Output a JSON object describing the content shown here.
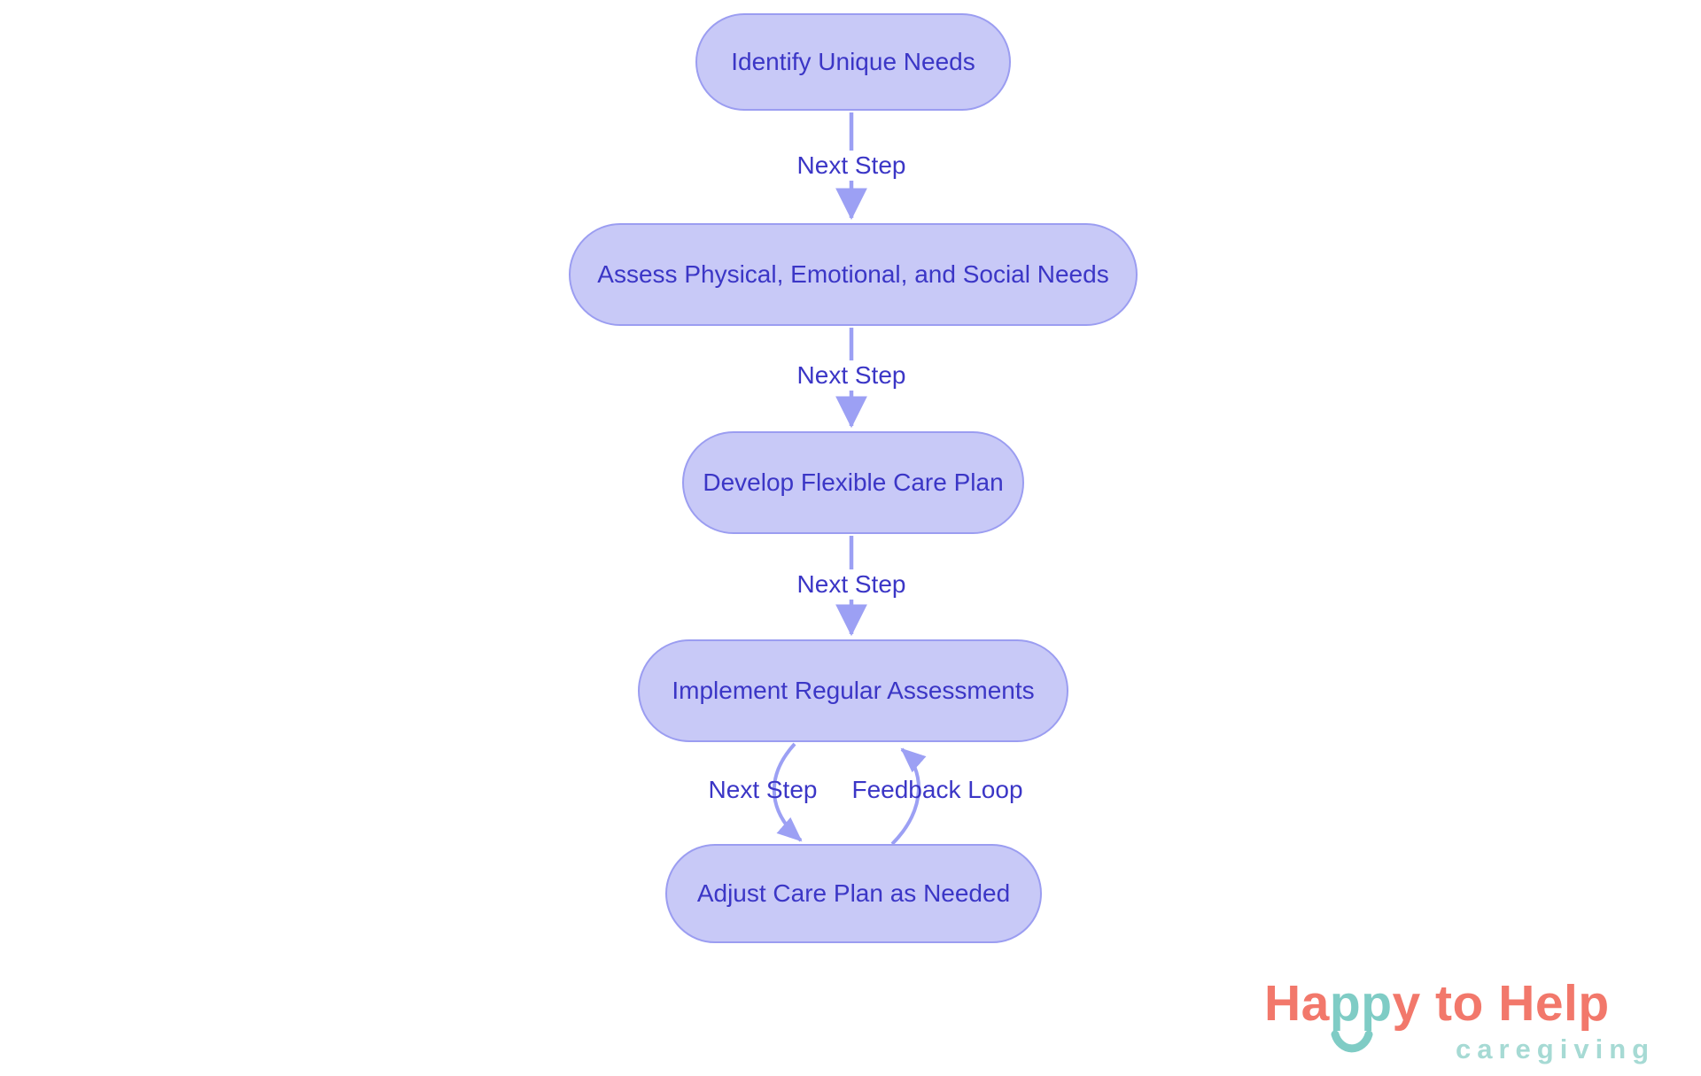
{
  "diagram": {
    "type": "flowchart",
    "direction": "top-down",
    "nodes": [
      {
        "id": "identify",
        "label": "Identify Unique Needs"
      },
      {
        "id": "assess",
        "label": "Assess Physical, Emotional, and Social Needs"
      },
      {
        "id": "develop",
        "label": "Develop Flexible Care Plan"
      },
      {
        "id": "implement",
        "label": "Implement Regular Assessments"
      },
      {
        "id": "adjust",
        "label": "Adjust Care Plan as Needed"
      }
    ],
    "edges": [
      {
        "from": "identify",
        "to": "assess",
        "label": "Next Step"
      },
      {
        "from": "assess",
        "to": "develop",
        "label": "Next Step"
      },
      {
        "from": "develop",
        "to": "implement",
        "label": "Next Step"
      },
      {
        "from": "implement",
        "to": "adjust",
        "label": "Next Step"
      },
      {
        "from": "adjust",
        "to": "implement",
        "label": "Feedback Loop"
      }
    ],
    "colors": {
      "node_fill": "#C8C9F7",
      "node_border": "#9B9DF1",
      "node_text": "#3B36C6",
      "edge": "#9CA0F4",
      "edge_label_text": "#3B36C6",
      "background": "#ffffff"
    }
  },
  "logo": {
    "word_start": "Ha",
    "word_mid": "pp",
    "word_end": "y to Help",
    "tagline": "caregiving",
    "colors": {
      "coral": "#F2786B",
      "teal": "#7FCCC5",
      "tagline_teal": "#A6DAD4"
    },
    "smile_icon": "smile-arc"
  }
}
